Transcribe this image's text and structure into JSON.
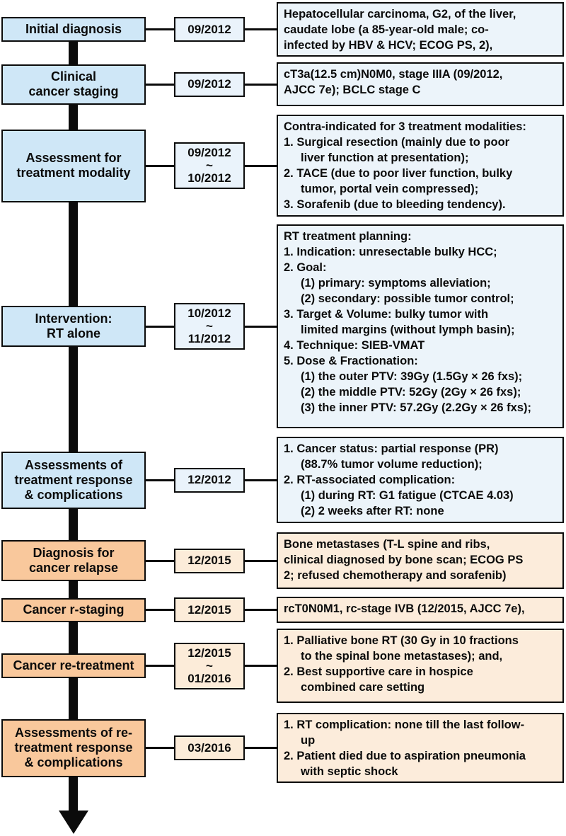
{
  "figure": {
    "type": "clinical-course-timeline-flowchart",
    "colors": {
      "blue_stage_fill": "#cfe7f7",
      "blue_light_fill": "#ecf4fa",
      "orange_stage_fill": "#f9c89c",
      "orange_light_fill": "#fcecdb",
      "border": "#0b0b0b",
      "arrow": "#0b0b0b",
      "background": "#ffffff"
    },
    "rows": [
      {
        "id": "initial-diagnosis",
        "theme": "blue",
        "stage_lines": [
          "Initial diagnosis"
        ],
        "date_lines": [
          "09/2012"
        ],
        "detail_lines": [
          {
            "t": "Hepatocellular carcinoma, G2, of the liver,",
            "ind": 0
          },
          {
            "t": "caudate lobe (a 85-year-old male; co-",
            "ind": 0
          },
          {
            "t": "infected by HBV & HCV; ECOG PS, 2),",
            "ind": 0
          }
        ]
      },
      {
        "id": "clinical-cancer-staging",
        "theme": "blue",
        "stage_lines": [
          "Clinical",
          "cancer staging"
        ],
        "date_lines": [
          "09/2012"
        ],
        "detail_lines": [
          {
            "t": "cT3a(12.5 cm)N0M0, stage IIIA (09/2012,",
            "ind": 0
          },
          {
            "t": "AJCC 7e); BCLC stage C",
            "ind": 0
          }
        ]
      },
      {
        "id": "assessment-for-treatment-modality",
        "theme": "blue",
        "stage_lines": [
          "Assessment for",
          "treatment modality"
        ],
        "date_lines": [
          "09/2012",
          "~",
          "10/2012"
        ],
        "detail_lines": [
          {
            "t": "Contra-indicated for 3 treatment modalities:",
            "ind": 0
          },
          {
            "t": "1. Surgical resection (mainly due to poor",
            "ind": 0
          },
          {
            "t": "liver function at presentation);",
            "ind": 1
          },
          {
            "t": "2. TACE (due to poor liver function, bulky",
            "ind": 0
          },
          {
            "t": "tumor, portal vein compressed);",
            "ind": 1
          },
          {
            "t": "3. Sorafenib (due to bleeding tendency).",
            "ind": 0
          }
        ]
      },
      {
        "id": "intervention-rt-alone",
        "theme": "blue",
        "stage_lines": [
          "Intervention:",
          "RT alone"
        ],
        "date_lines": [
          "10/2012",
          "~",
          "11/2012"
        ],
        "detail_lines": [
          {
            "t": "RT treatment planning:",
            "ind": 0
          },
          {
            "t": "1. Indication: unresectable bulky HCC;",
            "ind": 0
          },
          {
            "t": "2. Goal:",
            "ind": 0
          },
          {
            "t": "(1) primary: symptoms alleviation;",
            "ind": 1
          },
          {
            "t": "(2) secondary: possible tumor control;",
            "ind": 1
          },
          {
            "t": "3. Target & Volume: bulky tumor with",
            "ind": 0
          },
          {
            "t": "limited margins (without lymph basin);",
            "ind": 1
          },
          {
            "t": "4. Technique: SIEB-VMAT",
            "ind": 0
          },
          {
            "t": "5. Dose & Fractionation:",
            "ind": 0
          },
          {
            "t": "(1) the outer PTV: 39Gy (1.5Gy × 26 fxs);",
            "ind": 1
          },
          {
            "t": "(2) the middle PTV: 52Gy (2Gy × 26 fxs);",
            "ind": 1
          },
          {
            "t": "(3) the inner PTV: 57.2Gy (2.2Gy × 26 fxs);",
            "ind": 1
          }
        ]
      },
      {
        "id": "assessments-of-treatment-response",
        "theme": "blue",
        "stage_lines": [
          "Assessments of",
          "treatment response",
          "& complications"
        ],
        "date_lines": [
          "12/2012"
        ],
        "detail_lines": [
          {
            "t": "1. Cancer status: partial response (PR)",
            "ind": 0
          },
          {
            "t": "(88.7% tumor volume reduction);",
            "ind": 1
          },
          {
            "t": "2. RT-associated complication:",
            "ind": 0
          },
          {
            "t": "(1) during RT: G1 fatigue (CTCAE 4.03)",
            "ind": 1
          },
          {
            "t": "(2) 2 weeks after RT: none",
            "ind": 1
          }
        ]
      },
      {
        "id": "diagnosis-for-cancer-relapse",
        "theme": "orange",
        "stage_lines": [
          "Diagnosis for",
          "cancer relapse"
        ],
        "date_lines": [
          "12/2015"
        ],
        "detail_lines": [
          {
            "t": "Bone metastases (T-L spine and ribs,",
            "ind": 0
          },
          {
            "t": "clinical diagnosed by bone scan; ECOG PS",
            "ind": 0
          },
          {
            "t": "2; refused chemotherapy and sorafenib)",
            "ind": 0
          }
        ]
      },
      {
        "id": "cancer-r-staging",
        "theme": "orange",
        "stage_lines": [
          "Cancer r-staging"
        ],
        "date_lines": [
          "12/2015"
        ],
        "detail_lines": [
          {
            "t": "rcT0N0M1, rc-stage IVB (12/2015, AJCC 7e),",
            "ind": 0
          }
        ]
      },
      {
        "id": "cancer-re-treatment",
        "theme": "orange",
        "stage_lines": [
          "Cancer re-treatment"
        ],
        "date_lines": [
          "12/2015",
          "~",
          "01/2016"
        ],
        "detail_lines": [
          {
            "t": "1. Palliative bone RT (30 Gy in 10 fractions",
            "ind": 0
          },
          {
            "t": "to the spinal bone metastases); and,",
            "ind": 1
          },
          {
            "t": "2. Best supportive care in hospice",
            "ind": 0
          },
          {
            "t": "combined care setting",
            "ind": 1
          }
        ]
      },
      {
        "id": "assessments-of-re-treatment-response",
        "theme": "orange",
        "stage_lines": [
          "Assessments of re-",
          "treatment response",
          "& complications"
        ],
        "date_lines": [
          "03/2016"
        ],
        "detail_lines": [
          {
            "t": "1. RT complication: none till the last follow-",
            "ind": 0
          },
          {
            "t": "up",
            "ind": 1
          },
          {
            "t": "2. Patient died due to aspiration pneumonia",
            "ind": 0
          },
          {
            "t": "with septic shock",
            "ind": 1
          }
        ]
      }
    ]
  }
}
